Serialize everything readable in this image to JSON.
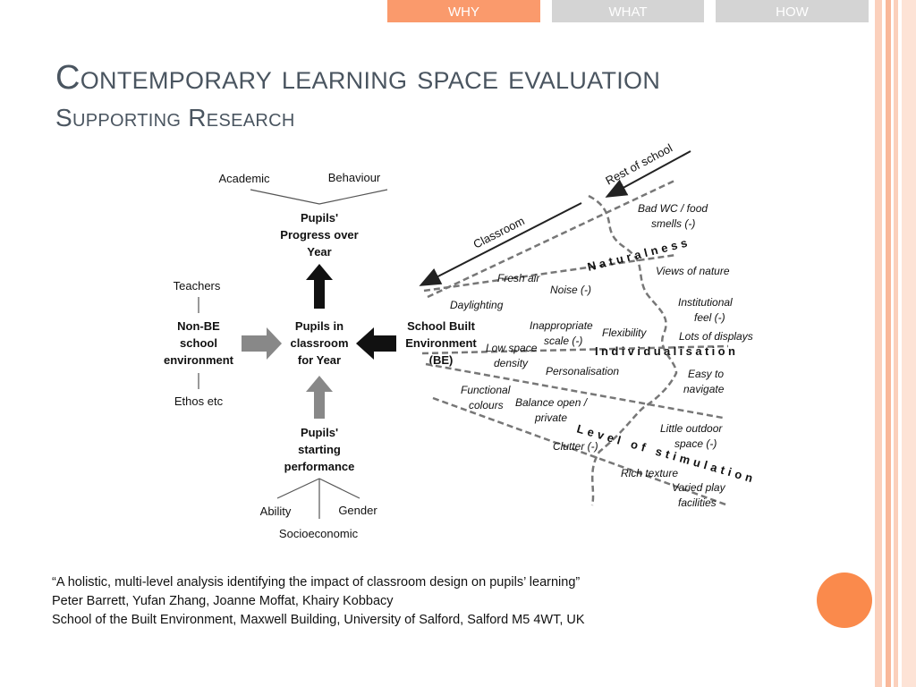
{
  "nav": {
    "tabs": [
      {
        "label": "WHY",
        "active": true
      },
      {
        "label": "WHAT",
        "active": false
      },
      {
        "label": "HOW",
        "active": false
      }
    ]
  },
  "title": "Contemporary learning space evaluation",
  "subtitle": "Supporting Research",
  "diagram": {
    "top_labels": [
      "Academic",
      "Behaviour"
    ],
    "progress": [
      "Pupils'",
      "Progress over",
      "Year"
    ],
    "center": [
      "Pupils in",
      "classroom",
      "for Year"
    ],
    "nonbe": [
      "Non-BE",
      "school",
      "environment"
    ],
    "teachers": "Teachers",
    "ethos": "Ethos etc",
    "be": [
      "School Built",
      "Environment",
      "(BE)"
    ],
    "starting": [
      "Pupils'",
      "starting",
      "performance"
    ],
    "bottom_labels": [
      "Ability",
      "Gender",
      "Socioeconomic"
    ],
    "rest_of_school": "Rest of school",
    "classroom": "Classroom",
    "naturalness": "Naturalness",
    "individualisation": "Individualisation",
    "stimulation": "Level of stimulation",
    "factors": {
      "bad_wc": [
        "Bad WC / food",
        "smells (-)"
      ],
      "fresh_air": "Fresh air",
      "views": "Views of nature",
      "noise": "Noise (-)",
      "daylighting": "Daylighting",
      "institutional": [
        "Institutional",
        "feel (-)"
      ],
      "inappropriate": [
        "Inappropriate",
        "scale (-)"
      ],
      "flexibility": "Flexibility",
      "displays": "Lots of displays",
      "low_space": [
        "Low space",
        "density"
      ],
      "personalisation": "Personalisation",
      "easy": [
        "Easy to",
        "navigate"
      ],
      "functional": [
        "Functional",
        "colours"
      ],
      "balance": [
        "Balance open /",
        "private"
      ],
      "outdoor": [
        "Little outdoor",
        "space (-)"
      ],
      "clutter": "Clutter (-)",
      "rich": "Rich texture",
      "varied": [
        "Varied play",
        "facilities"
      ]
    }
  },
  "citation": {
    "title": "“A holistic, multi-level analysis identifying the impact of classroom design on pupils’ learning”",
    "authors": "Peter Barrett, Yufan Zhang, Joanne Moffat, Khairy Kobbacy",
    "affiliation": "School of the Built Environment, Maxwell Building, University of Salford, Salford M5 4WT, UK"
  },
  "colors": {
    "accent": "#fa8a4c",
    "tab_inactive": "#d4d4d4",
    "stripe_light": "#fde3d6",
    "title": "#4a5560"
  }
}
